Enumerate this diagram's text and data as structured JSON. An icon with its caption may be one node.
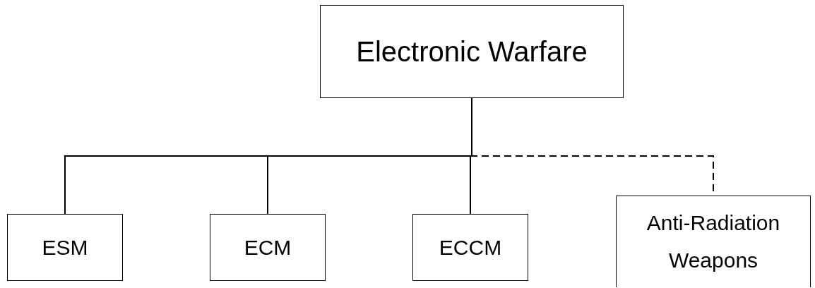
{
  "diagram": {
    "nodes": [
      {
        "text": [
          "Electronic Warfare"
        ]
      },
      {
        "text": [
          "ESM"
        ]
      },
      {
        "text": [
          "ECM"
        ]
      },
      {
        "text": [
          "ECCM"
        ]
      },
      {
        "text": [
          "Anti-Radiation Weapons"
        ]
      }
    ],
    "edges": [
      {
        "from": 0,
        "to": 1,
        "arrow": "none"
      },
      {
        "from": 0,
        "to": 2,
        "arrow": "none"
      },
      {
        "from": 0,
        "to": 3,
        "arrow": "none"
      },
      {
        "from": 0,
        "to": 4,
        "arrow": "none",
        "style": "dashed"
      }
    ]
  }
}
